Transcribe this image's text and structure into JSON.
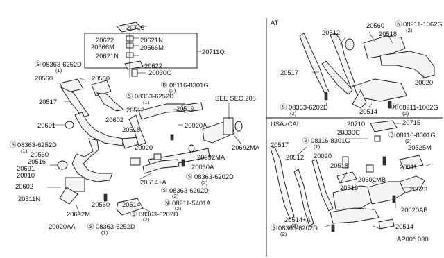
{
  "diagram": {
    "right_top_heading": "AT",
    "right_bottom_heading": "USA>CAL",
    "ref_code": "AP00^ 030",
    "see_section": "SEE SEC.208",
    "labels": {
      "p20715": "20715",
      "p20622a": "20622",
      "p20621n_a": "20621N",
      "p20666m_a": "20666M",
      "p20711q": "20711Q",
      "p20666m_b": "20666M",
      "p20621n_b": "20621N",
      "p20622b": "20622",
      "s08363_6252d_a": "08363-6252D",
      "s08363_6252d_a_q": "(1)",
      "p20560_a": "20560",
      "p20560_b": "20560",
      "p20030c": "20030C",
      "b08116_8301g": "08116-8301G",
      "b08116_8301g_q": "(2)",
      "s08363_6252d_b": "08363-6252D",
      "s08363_6252d_b_q": "(1)",
      "p20517": "20517",
      "p20512": "20512",
      "p20602_a": "20602",
      "p20518": "20518",
      "p20519": "20519",
      "p20691_a": "20691",
      "p20020a": "20020A",
      "s08363_6252d_c": "08363-6252D",
      "s08363_6252d_c_q": "(1)",
      "p20020": "20020",
      "p20692ma_a": "20692MA",
      "p20692ma_b": "20692MA",
      "p20560_c": "20560",
      "p20516": "20516",
      "p20691_b": "20691",
      "p20010": "20010",
      "p20030a": "20030A",
      "s08363_6202d_a": "08363-6202D",
      "s08363_6202d_a_q": "(2)",
      "p20514_a": "20514+A",
      "s08363_6202d_b": "08363-6202D",
      "s08363_6202d_b_q": "(2)",
      "p20602_b": "20602",
      "p20511n": "20511N",
      "n08911_5401a": "08911-5401A",
      "n08911_5401a_q": "(2)",
      "p20560_d": "20560",
      "p20514_b": "20514",
      "s08363_6202d_c": "08363-6202D",
      "s08363_6202d_c_q": "(2)",
      "p20692m": "20692M",
      "s08363_6252d_d": "08363-6252D",
      "s08363_6252d_d_q": "(1)",
      "p20020aa": "20020AA",
      "at_20560": "20560",
      "at_20512": "20512",
      "at_n08911_1062g": "08911-1062G",
      "at_n08911_1062g_q": "(2)",
      "at_20518": "20518",
      "at_20517": "20517",
      "at_20020": "20020",
      "at_s08363_6202d": "08363-6202D",
      "at_s08363_6202d_q": "(2)",
      "at_20514": "20514",
      "at_n08911_1062g_b": "08911-1062G",
      "at_n08911_1062g_b_q": "(2)",
      "cal_20710": "20710",
      "cal_20715": "20715",
      "cal_20030c": "20030C",
      "cal_b08116_8301g_a": "08116-8301G",
      "cal_b08116_8301g_a_q": "(2)",
      "cal_b08116_8301g_b": "08116-8301G",
      "cal_b08116_8301g_b_q": "(1)",
      "cal_20517": "20517",
      "cal_20525m": "20525M",
      "cal_20512": "20512",
      "cal_20020": "20020",
      "cal_20518": "20518",
      "cal_20011": "20011",
      "cal_20692mb": "20692MB",
      "cal_20519": "20519",
      "cal_20523": "20523",
      "cal_20020ab": "20020AB",
      "cal_20514a": "20514+A",
      "cal_20514a_q": "(2)",
      "cal_s08363_6202d": "08363-6202D",
      "cal_s08363_6202d_q": "(2)",
      "cal_20514": "20514"
    }
  }
}
